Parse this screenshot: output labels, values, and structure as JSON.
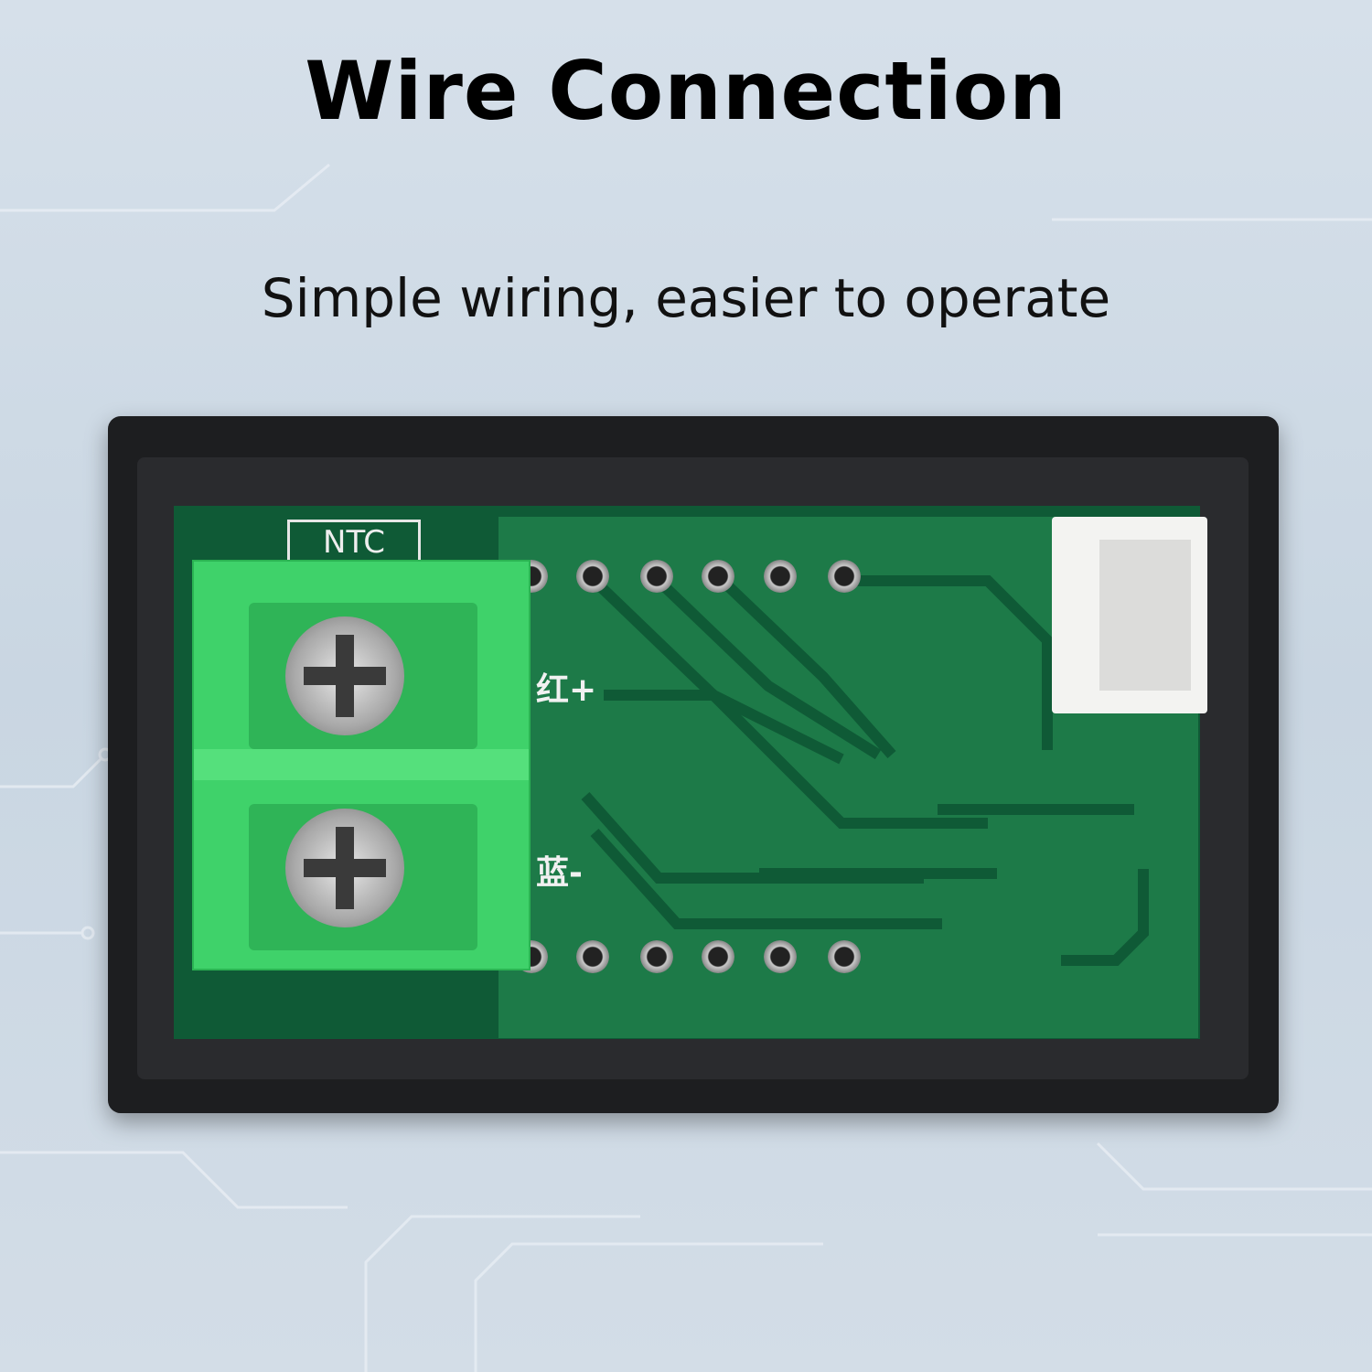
{
  "header": {
    "title": "Wire Connection",
    "subtitle": "Simple wiring, easier to operate"
  },
  "pcb": {
    "ntc_label": "NTC",
    "positive_label": "红+",
    "negative_label": "蓝-"
  },
  "colors": {
    "background": "#cfdbe6",
    "frame": "#1d1e20",
    "pcb": "#1d7a48",
    "terminal": "#3fd26a"
  }
}
